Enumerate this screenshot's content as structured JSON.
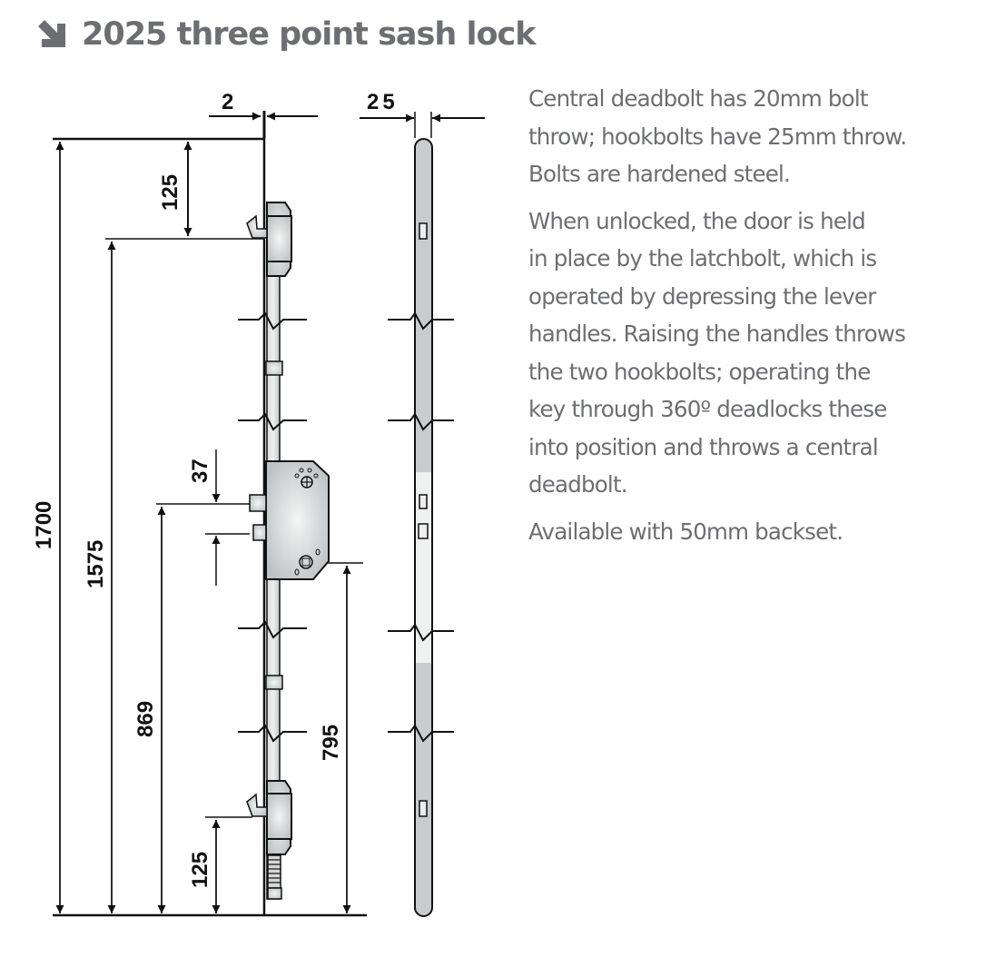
{
  "header": {
    "title": "2025 three point sash lock",
    "icon": "arrow-down-right-icon",
    "text_color": "#6d6e71"
  },
  "description": {
    "paragraphs": [
      "Central deadbolt has 20mm bolt\nthrow;  hookbolts have 25mm throw.\nBolts are hardened steel.",
      "When unlocked, the door is held\nin place by the latchbolt, which is\noperated by depressing the lever\nhandles.  Raising the handles throws\nthe two hookbolts; operating the\nkey through 360º deadlocks these\ninto position and throws a central\ndeadbolt.",
      "Available with 50mm backset."
    ]
  },
  "diagram": {
    "dimensions": {
      "faceplate_thickness": "2",
      "faceplate_width": "25",
      "top_hook_offset": "125",
      "overall_length": "1700",
      "top_hook_height": "1575",
      "deadbolt_spacing": "37",
      "deadbolt_height": "869",
      "spindle_height": "795",
      "bottom_hook_height": "125"
    },
    "components": [
      "faceplate-side-view",
      "faceplate-front-view",
      "top-hookbolt",
      "central-gearbox",
      "bottom-hookbolt",
      "latchbolt",
      "deadbolt"
    ],
    "colors": {
      "metal": "#c9cbcc",
      "line": "#111111"
    }
  }
}
